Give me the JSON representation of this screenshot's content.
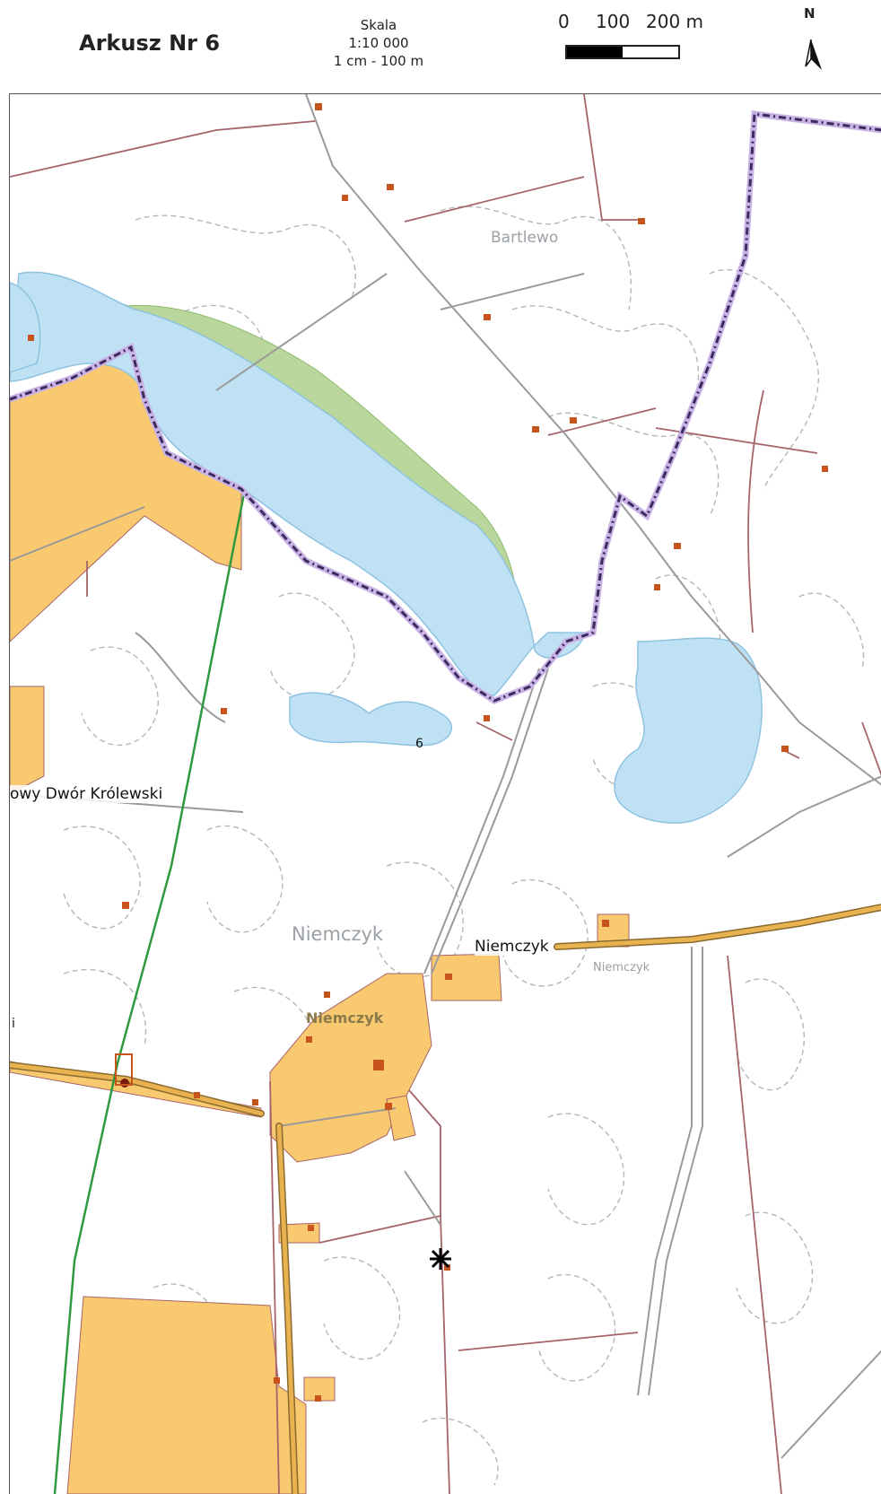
{
  "header": {
    "title": "Arkusz Nr 6",
    "scale_caption": "Skala",
    "scale_ratio": "1:10 000",
    "scale_equivalence": "1 cm - 100 m",
    "scalebar_labels": [
      "0",
      "100",
      "200 m"
    ],
    "north_label": "N"
  },
  "map": {
    "labels": {
      "nowy_dwor": "owy Dwór Królewski",
      "niemczyk_main": "Niemczyk",
      "sheet_number": "6",
      "edge_letter": "i"
    },
    "topo_labels": {
      "bartlewo": "Bartlewo",
      "niemczyk_large": "Niemczyk",
      "niemczyk_village": "Niemczyk",
      "niemczyk_small": "Niemczyk"
    },
    "colors": {
      "water": "#bfe1f4",
      "built_up": "#f9c96f",
      "meadow": "#b9d79c",
      "boundary": "#3b2a5c",
      "boundary_halo": "#c9b3e6",
      "road_main": "#e7b24f",
      "field_border": "#a4646a",
      "green_line": "#2f9a3d",
      "contour": "#b3b6b9"
    },
    "icons": [
      "north-arrow-icon",
      "monument-star-icon"
    ]
  }
}
